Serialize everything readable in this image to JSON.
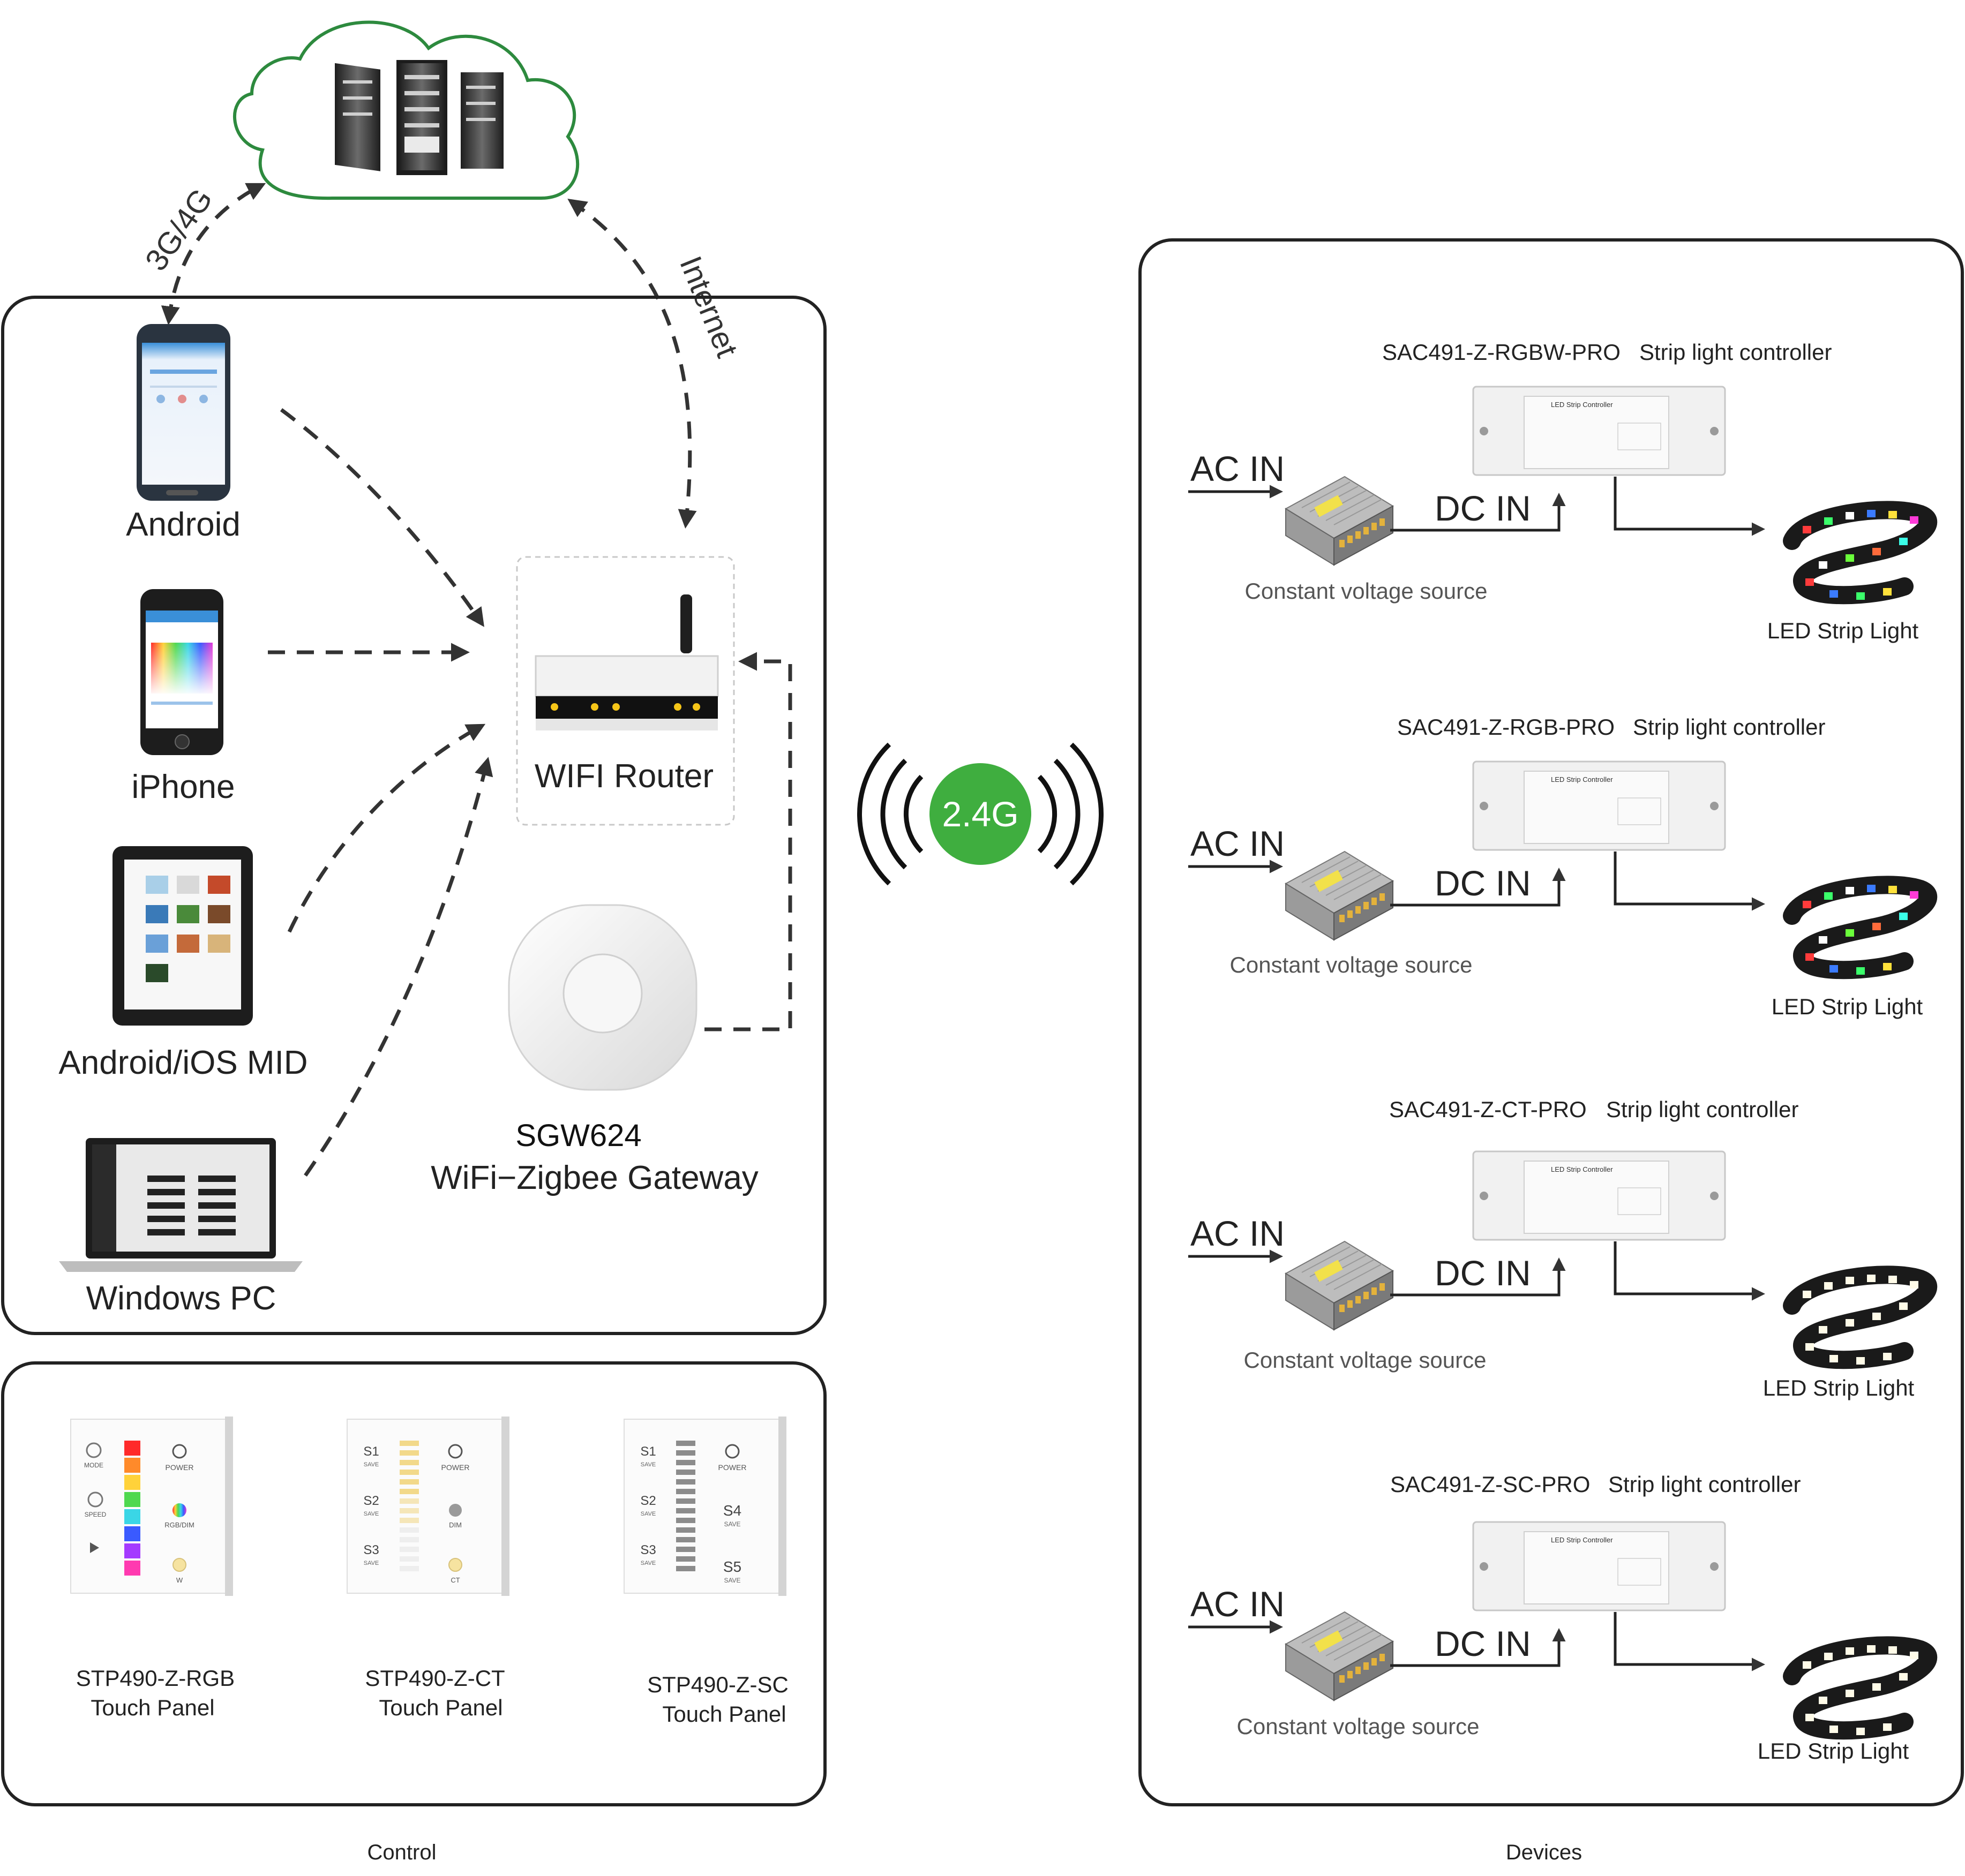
{
  "cloud": {
    "link_mobile": "3G/4G",
    "link_router": "Internet"
  },
  "clients": {
    "android": "Android",
    "iphone": "iPhone",
    "mid": "Android/iOS MID",
    "pc": "Windows PC"
  },
  "router": {
    "label": "WIFI Router"
  },
  "gateway": {
    "model": "SGW624",
    "label": "WiFi−Zigbee Gateway"
  },
  "wireless": {
    "band": "2.4G"
  },
  "panels": [
    {
      "model": "STP490-Z-RGB",
      "type": "Touch Panel",
      "keys": {
        "mode": "MODE",
        "speed": "SPEED",
        "power": "POWER",
        "dim": "RGB/DIM",
        "w": "W"
      }
    },
    {
      "model": "STP490-Z-CT",
      "type": "Touch Panel",
      "keys": {
        "s1": "S1",
        "s2": "S2",
        "s3": "S3",
        "save": "SAVE",
        "power": "POWER",
        "dim": "DIM",
        "ct": "CT"
      }
    },
    {
      "model": "STP490-Z-SC",
      "type": "Touch Panel",
      "keys": {
        "s1": "S1",
        "s2": "S2",
        "s3": "S3",
        "s4": "S4",
        "s5": "S5",
        "save": "SAVE",
        "power": "POWER"
      }
    }
  ],
  "devices": {
    "ac_in": "AC IN",
    "dc_in": "DC IN",
    "psu": "Constant voltage source",
    "strip": "LED Strip Light",
    "controller_type": "Strip light controller",
    "controller_label": "LED Strip Controller",
    "items": [
      {
        "model": "SAC491-Z-RGBW-PRO",
        "strip_style": "color"
      },
      {
        "model": "SAC491-Z-RGB-PRO",
        "strip_style": "color"
      },
      {
        "model": "SAC491-Z-CT-PRO",
        "strip_style": "white"
      },
      {
        "model": "SAC491-Z-SC-PRO",
        "strip_style": "white"
      }
    ]
  },
  "captions": {
    "control": "Control",
    "devices": "Devices"
  },
  "colors": {
    "accent_green": "#3fae3f",
    "cloud_outline": "#2d8a3e",
    "arrow": "#333333"
  }
}
